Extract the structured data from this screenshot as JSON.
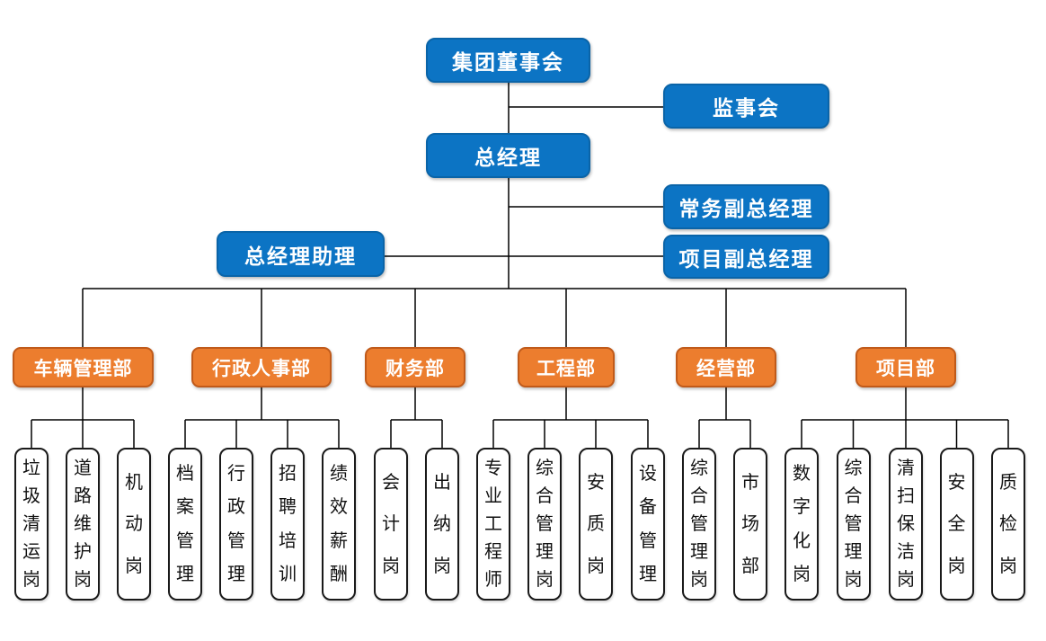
{
  "org": {
    "executives": [
      {
        "id": "board",
        "label": "集团董事会"
      },
      {
        "id": "supervisory",
        "label": "监事会"
      },
      {
        "id": "gm",
        "label": "总经理"
      },
      {
        "id": "evp",
        "label": "常务副总经理"
      },
      {
        "id": "assistant",
        "label": "总经理助理"
      },
      {
        "id": "pvp",
        "label": "项目副总经理"
      }
    ],
    "departments": [
      {
        "label": "车辆管理部",
        "positions": [
          "垃圾清运岗",
          "道路维护岗",
          "机动岗"
        ]
      },
      {
        "label": "行政人事部",
        "positions": [
          "档案管理",
          "行政管理",
          "招聘培训",
          "绩效薪酬"
        ]
      },
      {
        "label": "财务部",
        "positions": [
          "会计岗",
          "出纳岗"
        ]
      },
      {
        "label": "工程部",
        "positions": [
          "专业工程师",
          "综合管理岗",
          "安质岗",
          "设备管理"
        ]
      },
      {
        "label": "经营部",
        "positions": [
          "综合管理岗",
          "市场部"
        ]
      },
      {
        "label": "项目部",
        "positions": [
          "数字化岗",
          "综合管理岗",
          "清扫保洁岗",
          "安全岗",
          "质检岗"
        ]
      }
    ],
    "colors": {
      "executive_fill": "#0C74C4",
      "executive_border": "#0A64A8",
      "department_fill": "#EC7D2E",
      "department_border": "#C05A1A",
      "position_border": "#1A1A1A",
      "connector": "#000000"
    }
  }
}
